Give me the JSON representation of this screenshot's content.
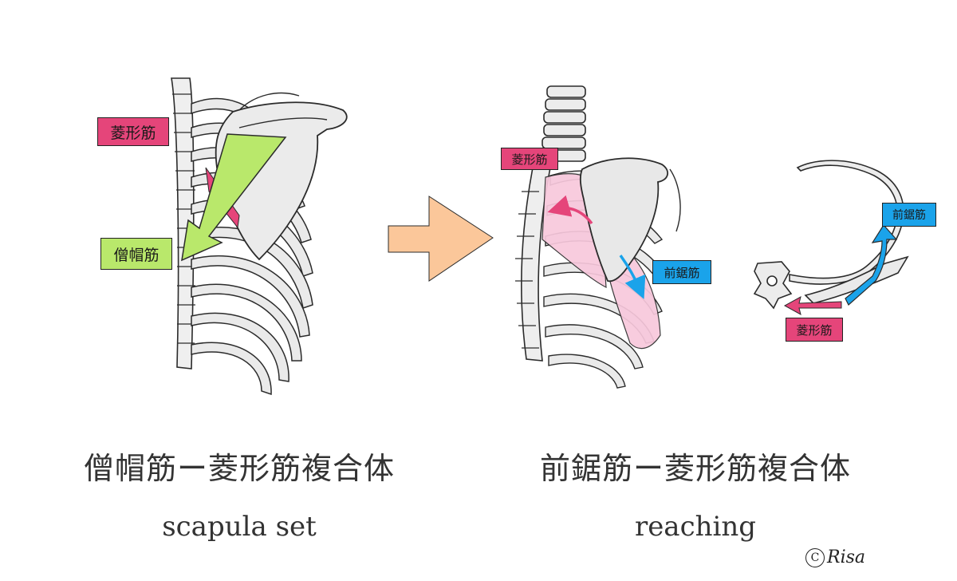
{
  "labels": {
    "rhomboid": "菱形筋",
    "trapezius": "僧帽筋",
    "serratus": "前鋸筋"
  },
  "captions": {
    "left_jp": "僧帽筋ー菱形筋複合体",
    "left_en": "scapula set",
    "right_jp": "前鋸筋ー菱形筋複合体",
    "right_en": "reaching"
  },
  "signature": "Risa",
  "colors": {
    "rhomboid": "#e5457a",
    "trapezius": "#b9e86b",
    "serratus": "#1aa3ea",
    "transition_arrow": "#fbc79a",
    "rhomboid_region": "#f8c8dc",
    "bone_fill": "#ececec",
    "bone_line": "#2b2b2b"
  }
}
